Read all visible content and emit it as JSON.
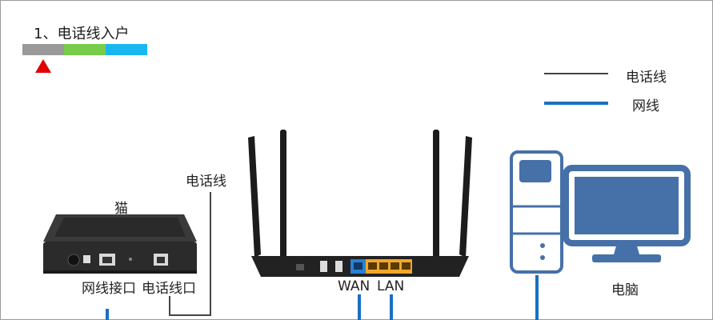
{
  "step_title": "1、电话线入户",
  "legend": {
    "phone_label": "电话线",
    "net_label": "网线"
  },
  "labels": {
    "phone_line": "电话线",
    "modem": "猫",
    "modem_net_port": "网线接口",
    "modem_phone_port": "电话线口",
    "wan": "WAN",
    "lan": "LAN",
    "computer": "电脑"
  },
  "colors": {
    "progress_gray": "#999999",
    "progress_green": "#77cc4a",
    "progress_blue": "#1ab6f0",
    "marker": "#e00000",
    "phone_line": "#444444",
    "net_line": "#1a6fc4",
    "computer_blue": "#4670a8",
    "router": "#1c1c1c",
    "modem": "#2b2b2b"
  },
  "icons": [
    "modem-icon",
    "router-icon",
    "computer-tower-icon",
    "monitor-icon"
  ]
}
